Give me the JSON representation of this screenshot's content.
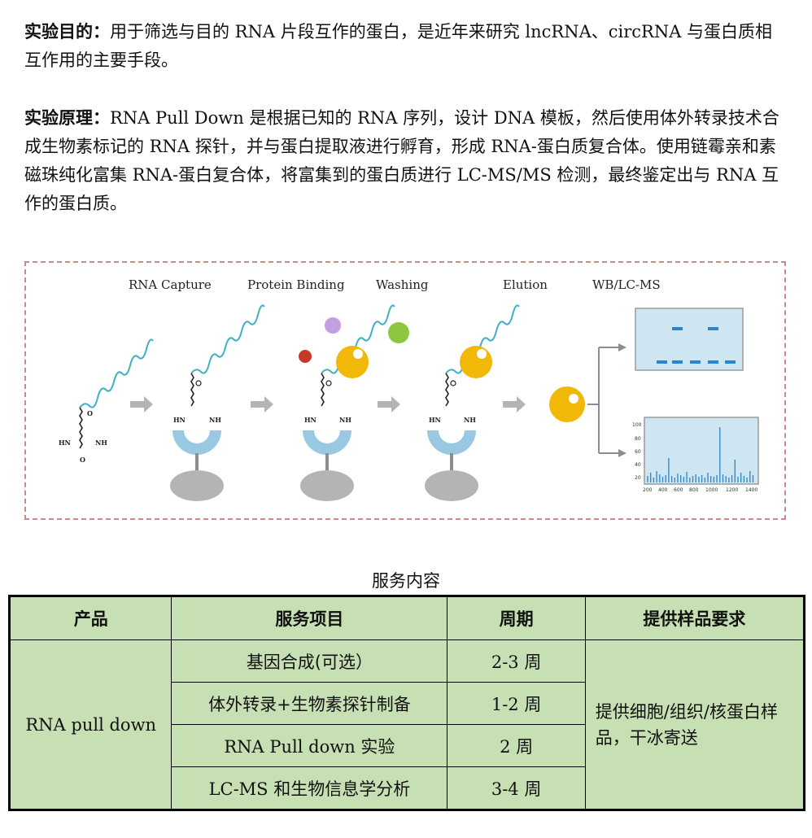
{
  "intro": {
    "purpose_label": "实验目的：",
    "purpose_text": "用于筛选与目的 RNA 片段互作的蛋白，是近年来研究 lncRNA、circRNA 与蛋白质相互作用的主要手段。",
    "principle_label": "实验原理：",
    "principle_text": "RNA Pull Down 是根据已知的 RNA 序列，设计 DNA 模板，然后使用体外转录技术合成生物素标记的 RNA 探针，并与蛋白提取液进行孵育，形成 RNA-蛋白质复合体。使用链霉亲和素磁珠纯化富集 RNA-蛋白复合体，将富集到的蛋白质进行 LC-MS/MS 检测，最终鉴定出与 RNA 互作的蛋白质。"
  },
  "figure": {
    "stages": [
      "RNA Capture",
      "Protein Binding",
      "Washing",
      "Elution",
      "WB/LC-MS"
    ],
    "hn_label": "HN",
    "nh_label": "NH",
    "o_label": "O",
    "ms_y_ticks": [
      "100",
      "80",
      "60",
      "40",
      "20"
    ],
    "ms_x_ticks": [
      "200",
      "400",
      "600",
      "800",
      "1000",
      "1200",
      "1400"
    ]
  },
  "table": {
    "caption": "服务内容",
    "headers": [
      "产品",
      "服务项目",
      "周期",
      "提供样品要求"
    ],
    "product": "RNA pull down",
    "rows": [
      {
        "item": "基因合成(可选）",
        "period": "2-3 周"
      },
      {
        "item": "体外转录+生物素探针制备",
        "period": "1-2 周"
      },
      {
        "item": "RNA Pull down 实验",
        "period": "2 周"
      },
      {
        "item": "LC-MS 和生物信息学分析",
        "period": "3-4 周"
      }
    ],
    "requirement": "提供细胞/组织/核蛋白样品，干冰寄送"
  }
}
